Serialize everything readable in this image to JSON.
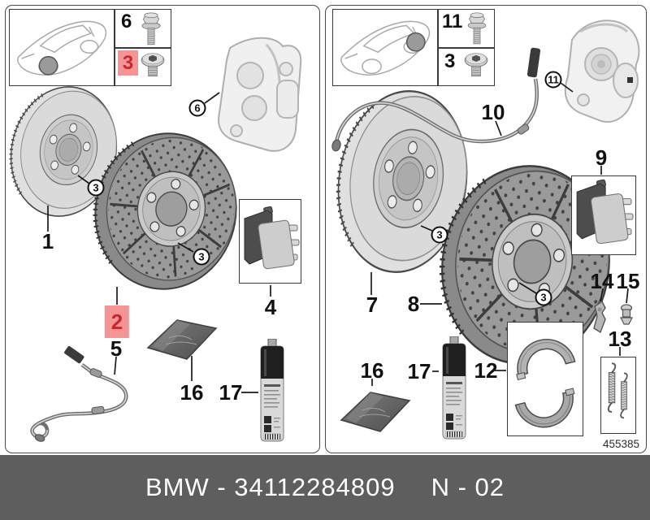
{
  "left": {
    "bolt_box": {
      "bolt": "6",
      "screw": "3"
    },
    "labels": {
      "l1": "1",
      "l2": "2",
      "l4": "4",
      "l5": "5",
      "l16": "16",
      "l17": "17"
    },
    "callouts": {
      "hub_front": "3",
      "hub_sport": "3",
      "caliper": "6"
    }
  },
  "right": {
    "bolt_box": {
      "bolt": "11",
      "screw": "3"
    },
    "labels": {
      "l7": "7",
      "l8": "8",
      "l9": "9",
      "l10": "10",
      "l12": "12",
      "l13": "13",
      "l14": "14",
      "l15": "15",
      "l16": "16",
      "l17": "17"
    },
    "callouts": {
      "hub_front": "3",
      "hub_sport": "3",
      "caliper": "11"
    }
  },
  "sheet_number": "455385",
  "footer": {
    "part_number_text": "BMW - 34112284809",
    "revision_text": "N - 02"
  },
  "colors": {
    "highlight_bg": "#f59494",
    "highlight_text": "#c5282d",
    "footer_bg": "#5e5e5e",
    "footer_text": "#ffffff"
  }
}
